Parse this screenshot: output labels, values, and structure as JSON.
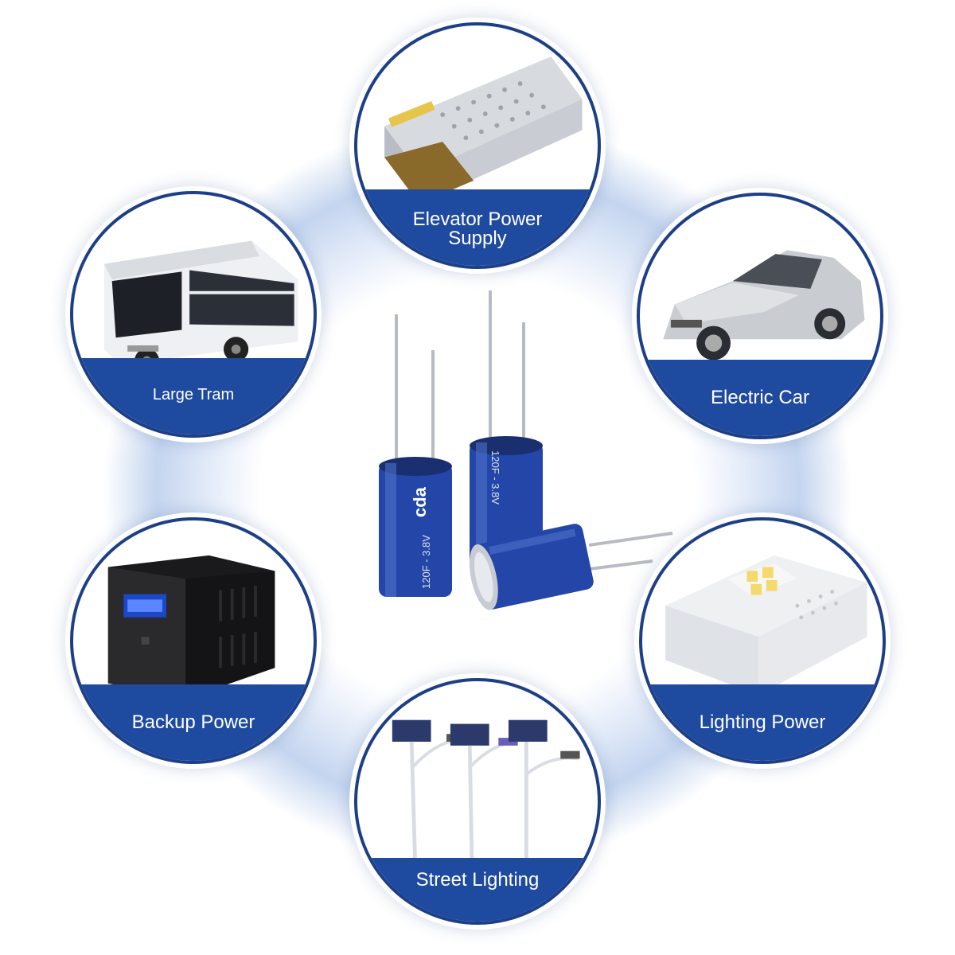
{
  "colors": {
    "navy": "#1d3f87",
    "band": "#1e4aa0",
    "cap_blue": "#2346a8",
    "ring": "#c9d8f0"
  },
  "center": {
    "product": "supercapacitor",
    "cap1_text": "120F - 3.8V",
    "cap2_text": "120F - 3.8V",
    "brand": "cda"
  },
  "nodes": {
    "elevator": {
      "label": "Elevator Power\nSupply",
      "label_line1": "Elevator Power",
      "label_line2": "Supply"
    },
    "tram": {
      "label": "Large Tram"
    },
    "car": {
      "label": "Electric Car"
    },
    "backup": {
      "label": "Backup Power"
    },
    "lighting": {
      "label": "Lighting Power"
    },
    "street": {
      "label": "Street Lighting"
    }
  }
}
